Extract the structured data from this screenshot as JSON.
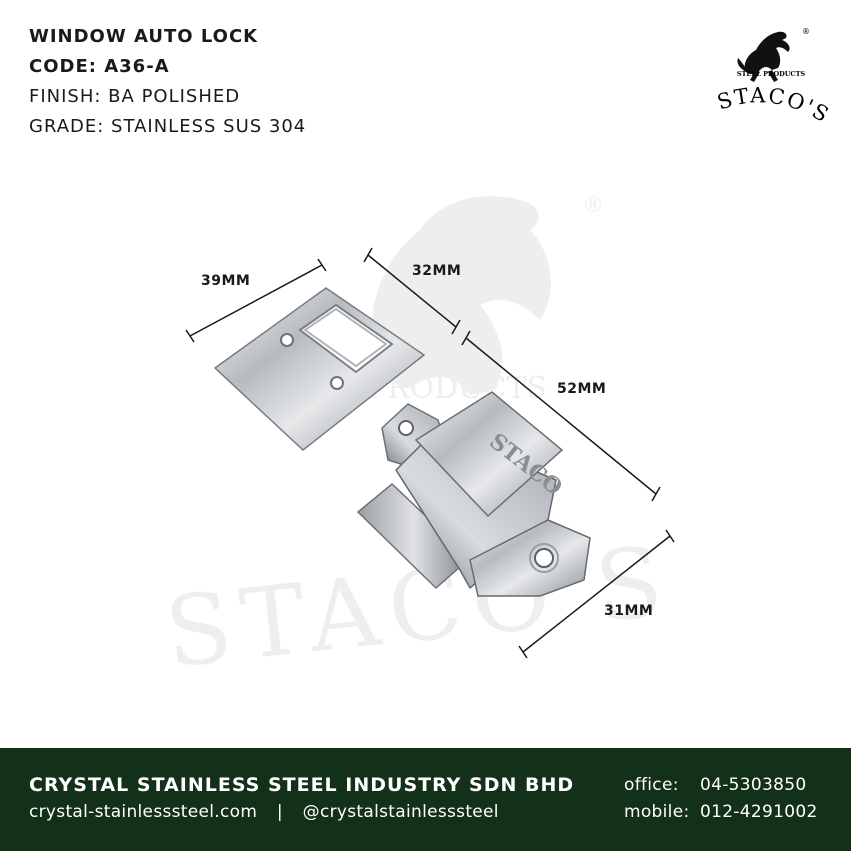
{
  "spec": {
    "title": "WINDOW AUTO LOCK",
    "code": "CODE: A36-A",
    "finish": "FINISH: BA POLISHED",
    "grade": "GRADE: STAINLESS SUS 304"
  },
  "logo": {
    "registered": "®",
    "tagline": "STEEL PRODUCTS",
    "brand": "STACO'S"
  },
  "dimensions": {
    "plate_width": "39MM",
    "plate_height": "32MM",
    "lock_length": "52MM",
    "lock_width": "31MM"
  },
  "watermark": {
    "registered": "®",
    "tagline": "STEEL PRODUCTS",
    "brand": "STACO'S"
  },
  "footer": {
    "company": "CRYSTAL STAINLESS STEEL INDUSTRY SDN BHD",
    "website": "crystal-stainlesssteel.com",
    "separator": "|",
    "social": "@crystalstainlesssteel",
    "office_label": "office:",
    "office_number": "04-5303850",
    "mobile_label": "mobile:",
    "mobile_number": "012-4291002"
  },
  "colors": {
    "footer_bg": "#133018",
    "text": "#1a1a1a",
    "metal": "#c9ccd0"
  }
}
